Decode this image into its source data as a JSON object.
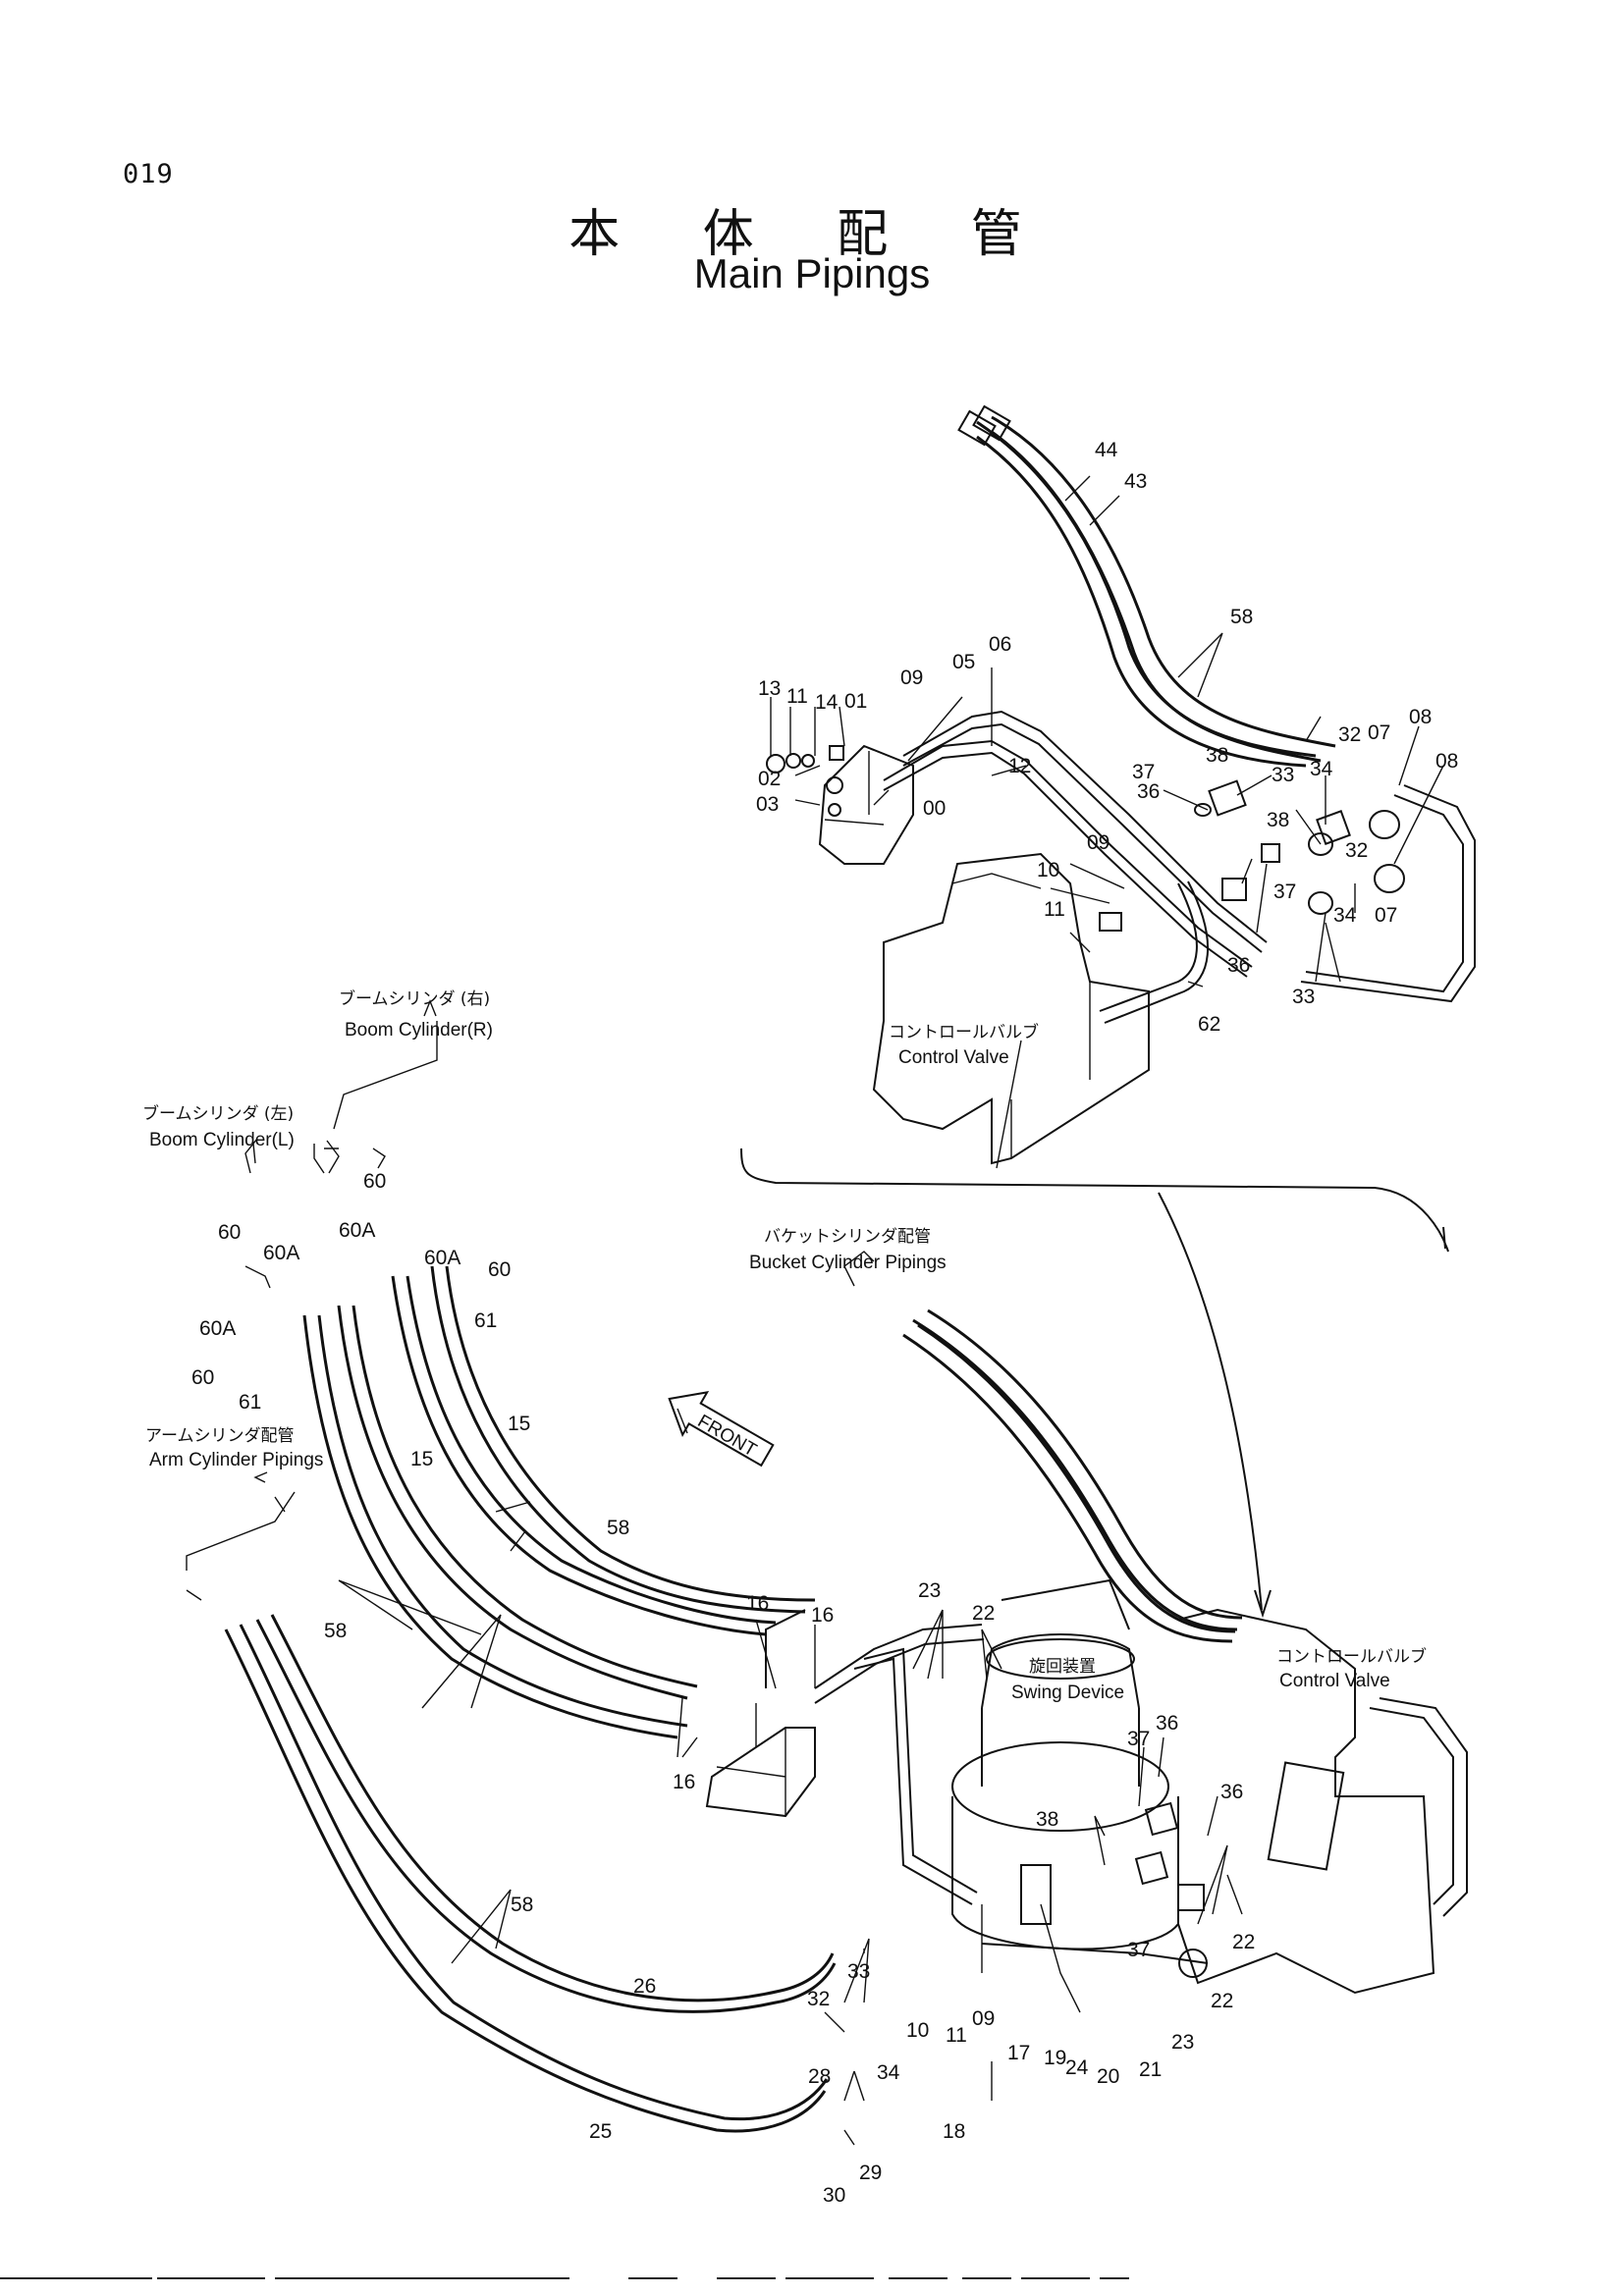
{
  "page_number": "019",
  "title_jp": "本 体 配 管",
  "title_en": "Main Pipings",
  "labels": {
    "boom_cyl_r_jp": "ブームシリンダ (右)",
    "boom_cyl_r_en": "Boom Cylinder(R)",
    "boom_cyl_l_jp": "ブームシリンダ (左)",
    "boom_cyl_l_en": "Boom Cylinder(L)",
    "arm_cyl_jp": "アームシリンダ配管",
    "arm_cyl_en": "Arm Cylinder Pipings",
    "bucket_cyl_jp": "バケットシリンダ配管",
    "bucket_cyl_en": "Bucket Cylinder Pipings",
    "control_valve_top_jp": "コントロールバルブ",
    "control_valve_top_en": "Control Valve",
    "control_valve_main_jp": "コントロールバルブ",
    "control_valve_main_en": "Control Valve",
    "swing_jp": "旋回装置",
    "swing_en": "Swing Device",
    "front": "FRONT"
  },
  "part_numbers": {
    "p44": "44",
    "p43": "43",
    "p58a": "58",
    "p06": "06",
    "p05": "05",
    "p09a": "09",
    "p13": "13",
    "p11a": "11",
    "p14": "14",
    "p01": "01",
    "p12": "12",
    "p02": "02",
    "p03": "03",
    "p00": "00",
    "p32a": "32",
    "p07a": "07",
    "p08a": "08",
    "p08b": "08",
    "p38a": "38",
    "p37a": "37",
    "p33a": "33",
    "p34a": "34",
    "p36a": "36",
    "p38b": "38",
    "p09b": "09",
    "p10a": "10",
    "p11b": "11",
    "p32b": "32",
    "p37b": "37",
    "p34b": "34",
    "p07b": "07",
    "p36b": "36",
    "p33b": "33",
    "p62": "62",
    "p60a": "60",
    "p60b": "60A",
    "p60c": "60A",
    "p60d": "60",
    "p60e": "60",
    "p60f": "60A",
    "p60g": "60",
    "p60h": "60A",
    "p61a": "61",
    "p61b": "61",
    "p15a": "15",
    "p15b": "15",
    "p58b": "58",
    "p58c": "58",
    "p16a": "16",
    "p16b": "16",
    "p16c": "16",
    "p23a": "23",
    "p22a": "22",
    "p37c": "37",
    "p36c": "36",
    "p36d": "36",
    "p38c": "38",
    "p22b": "22",
    "p22c": "22",
    "p37d": "37",
    "p23b": "23",
    "p58d": "58",
    "p26": "26",
    "p33c": "33",
    "p32c": "32",
    "p10b": "10",
    "p11c": "11",
    "p09c": "09",
    "p17": "17",
    "p19": "19",
    "p24": "24",
    "p20": "20",
    "p21": "21",
    "p34c": "34",
    "p28": "28",
    "p25": "25",
    "p18": "18",
    "p29": "29",
    "p30": "30"
  }
}
